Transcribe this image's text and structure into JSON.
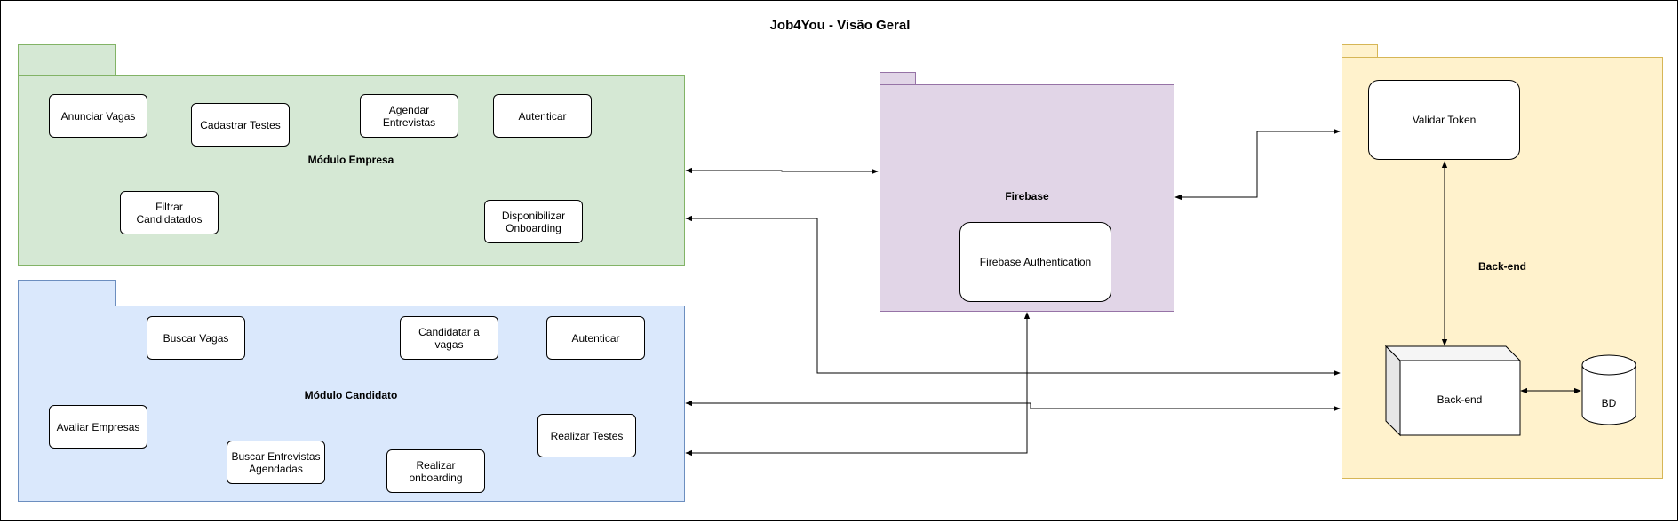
{
  "diagram": {
    "title": "Job4You - Visão Geral",
    "empresa": {
      "label": "Módulo Empresa",
      "nodes": [
        "Anunciar Vagas",
        "Cadastrar Testes",
        "Agendar\nEntrevistas",
        "Autenticar",
        "Filtrar\nCandidatados",
        "Disponibilizar\nOnboarding"
      ]
    },
    "candidato": {
      "label": "Módulo Candidato",
      "nodes": [
        "Buscar Vagas",
        "Candidatar a vagas",
        "Autenticar",
        "Avaliar Empresas",
        "Buscar Entrevistas\nAgendadas",
        "Realizar onboarding",
        "Realizar Testes"
      ]
    },
    "firebase": {
      "label": "Firebase",
      "auth": "Firebase Authentication"
    },
    "backend": {
      "label": "Back-end",
      "validar": "Validar Token",
      "server": "Back-end",
      "db": "BD"
    },
    "colors": {
      "empresa_fill": "#d5e8d4",
      "candidato_fill": "#dae8fc",
      "firebase_fill": "#e1d5e7",
      "backend_fill": "#fff2cc"
    }
  }
}
